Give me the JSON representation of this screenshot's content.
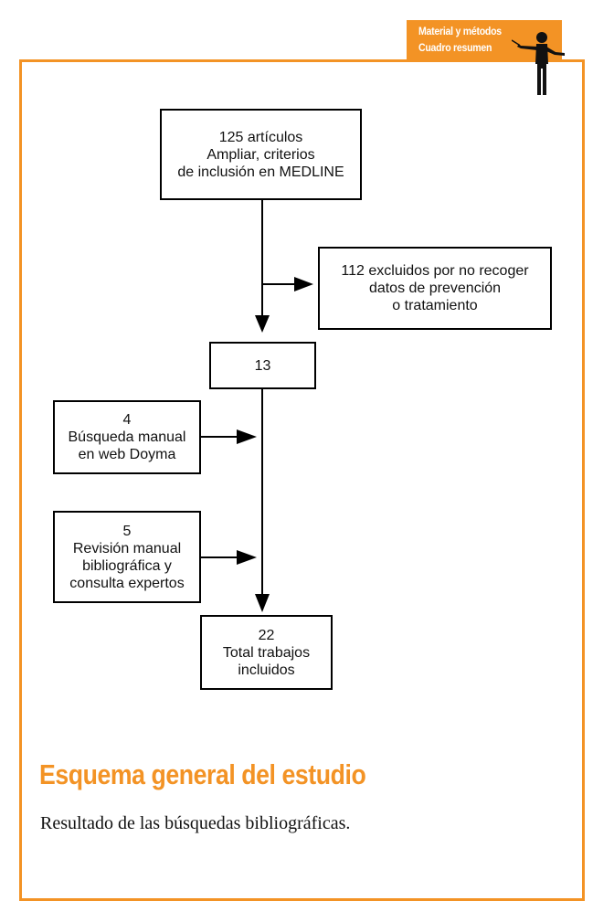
{
  "header_tab": {
    "line1": "Material y métodos",
    "line2": "Cuadro resumen",
    "color": "#f39325"
  },
  "flowchart": {
    "start": [
      "125 artículos",
      "Ampliar, criterios",
      "de inclusión en MEDLINE"
    ],
    "excluded": [
      "112 excluidos por no recoger",
      "datos de prevención",
      "o tratamiento"
    ],
    "middle": [
      "13"
    ],
    "manual_search": [
      "4",
      "Búsqueda manual",
      "en web Doyma"
    ],
    "bibliographic_review": [
      "5",
      "Revisión manual",
      "bibliográfica y",
      "consulta expertos"
    ],
    "total": [
      "22",
      "Total trabajos",
      "incluidos"
    ]
  },
  "title": "Esquema general del estudio",
  "caption": "Resultado de las búsquedas bibliográficas.",
  "colors": {
    "accent": "#f39325",
    "line": "#000000"
  }
}
